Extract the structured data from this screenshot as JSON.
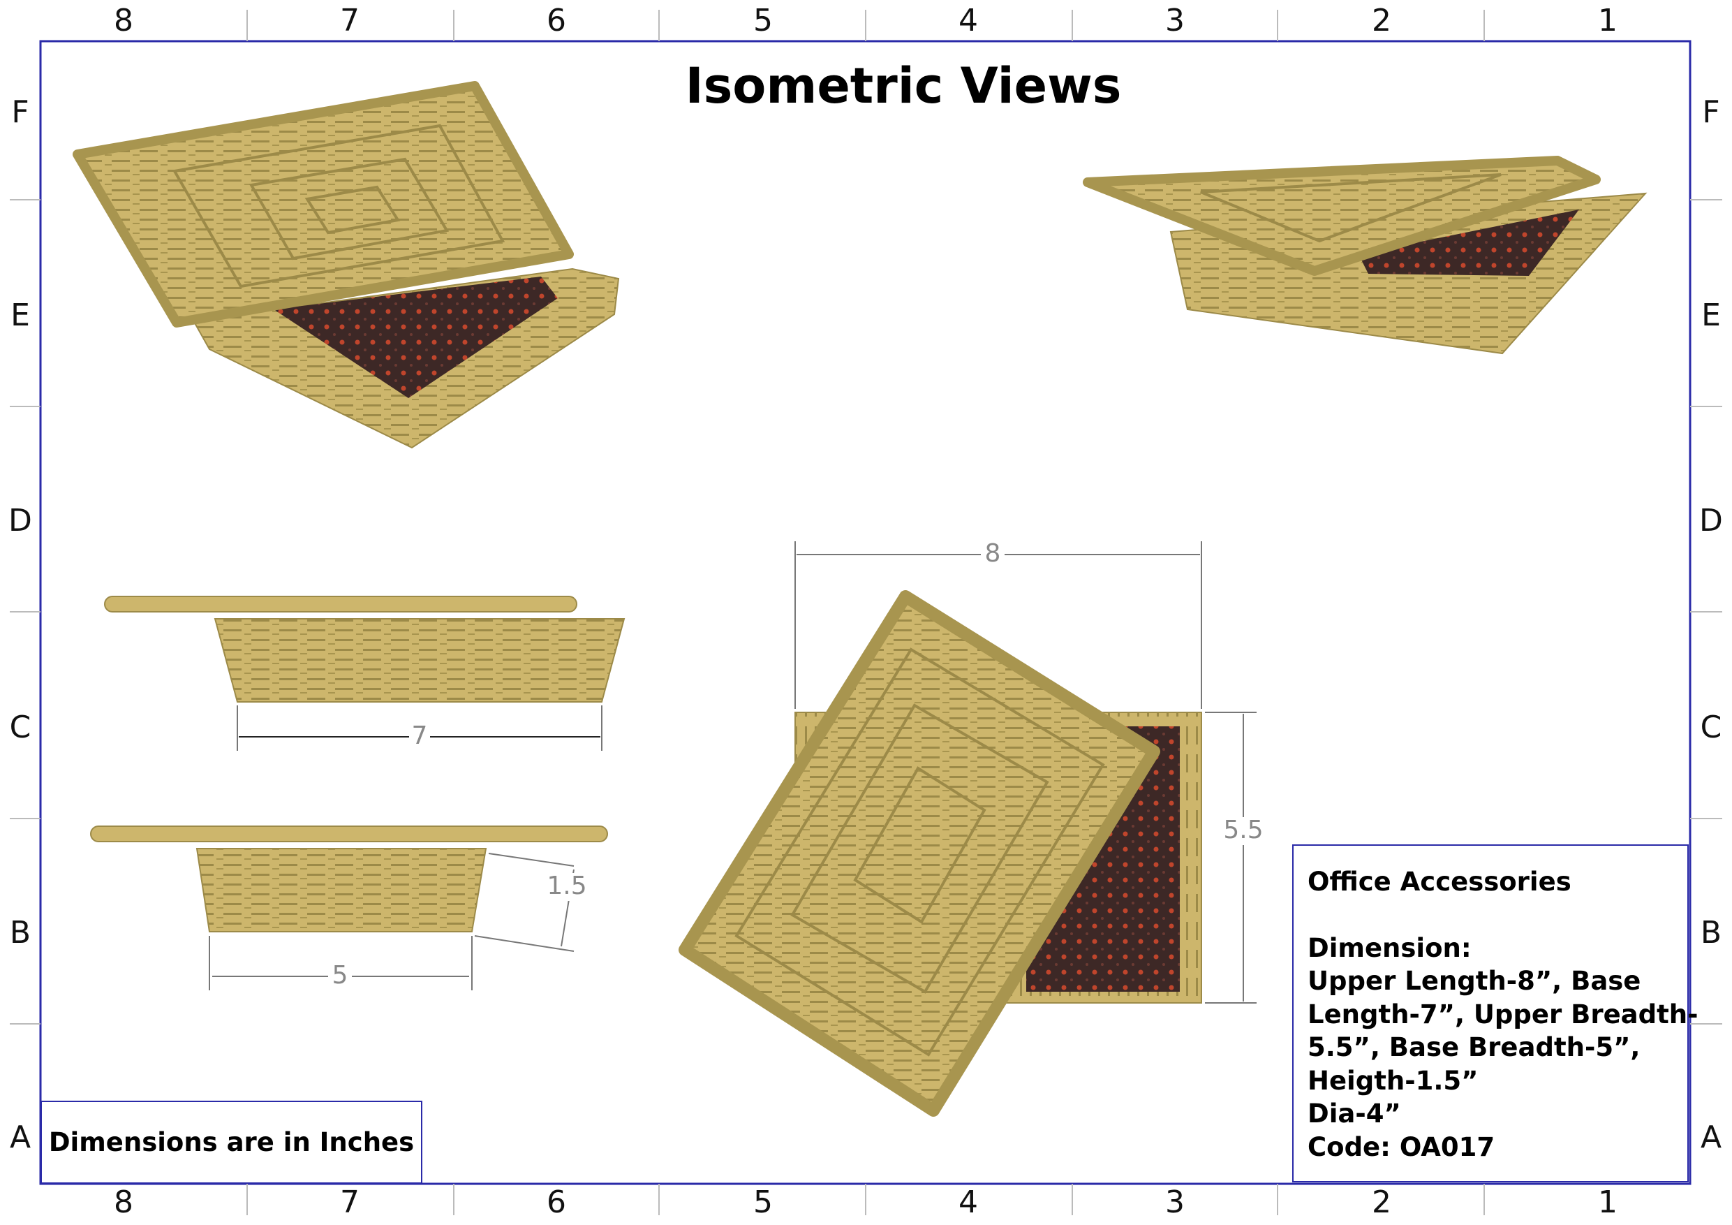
{
  "sheet": {
    "title": "Isometric Views",
    "columns": [
      "8",
      "7",
      "6",
      "5",
      "4",
      "3",
      "2",
      "1"
    ],
    "rows": [
      "F",
      "E",
      "D",
      "C",
      "B",
      "A"
    ]
  },
  "dimensions": {
    "upper_length": "8",
    "upper_breadth": "5.5",
    "base_length": "7",
    "base_breadth": "5",
    "height": "1.5"
  },
  "note": "Dimensions are in Inches",
  "info_block": {
    "heading": "Office Accessories",
    "label": "Dimension:",
    "lines": [
      "Upper Length-8”, Base",
      "Length-7”, Upper Breadth-",
      "5.5”, Base Breadth-5”,",
      "Heigth-1.5”",
      "Dia-4”",
      "Code: OA017"
    ]
  },
  "colors": {
    "border": "#2a2aa8",
    "wicker": "#cdb66c",
    "wicker_dark": "#9c8a48",
    "lining": "#3d2826",
    "lining_dot": "#c0452c"
  }
}
